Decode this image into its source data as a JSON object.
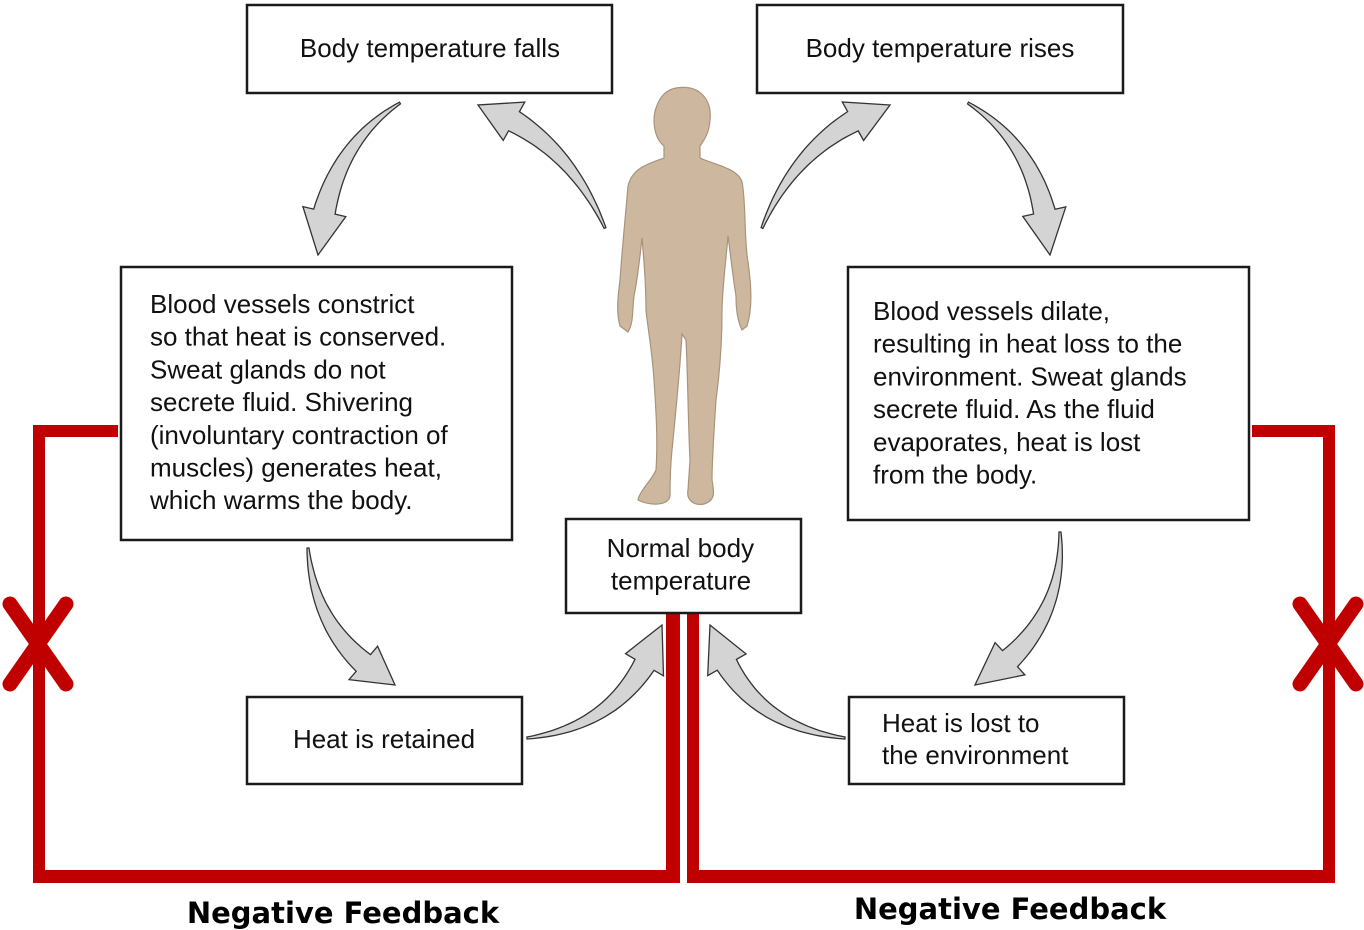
{
  "boxes": {
    "falls": "Body temperature falls",
    "rises": "Body temperature rises",
    "cold_response": [
      "Blood vessels constrict",
      "so that heat is conserved.",
      "Sweat glands do not",
      "secrete fluid. Shivering",
      "(involuntary contraction of",
      "muscles) generates heat,",
      "which warms the body."
    ],
    "hot_response": [
      "Blood vessels dilate,",
      "resulting in heat loss to the",
      "environment. Sweat glands",
      "secrete fluid. As the fluid",
      "evaporates, heat is lost",
      "from the body."
    ],
    "normal": [
      "Normal body",
      "temperature"
    ],
    "retained": "Heat is retained",
    "lost": [
      "Heat is lost to",
      "the environment"
    ]
  },
  "labels": {
    "left_loop": "Negative Feedback",
    "right_loop": "Negative Feedback"
  },
  "colors": {
    "loop": "#c00000",
    "arrow_fill": "#d4d4d4",
    "body": "#cdb89f"
  },
  "icons": {
    "x_marks": "x-mark-icon",
    "figure": "human-body-icon"
  }
}
